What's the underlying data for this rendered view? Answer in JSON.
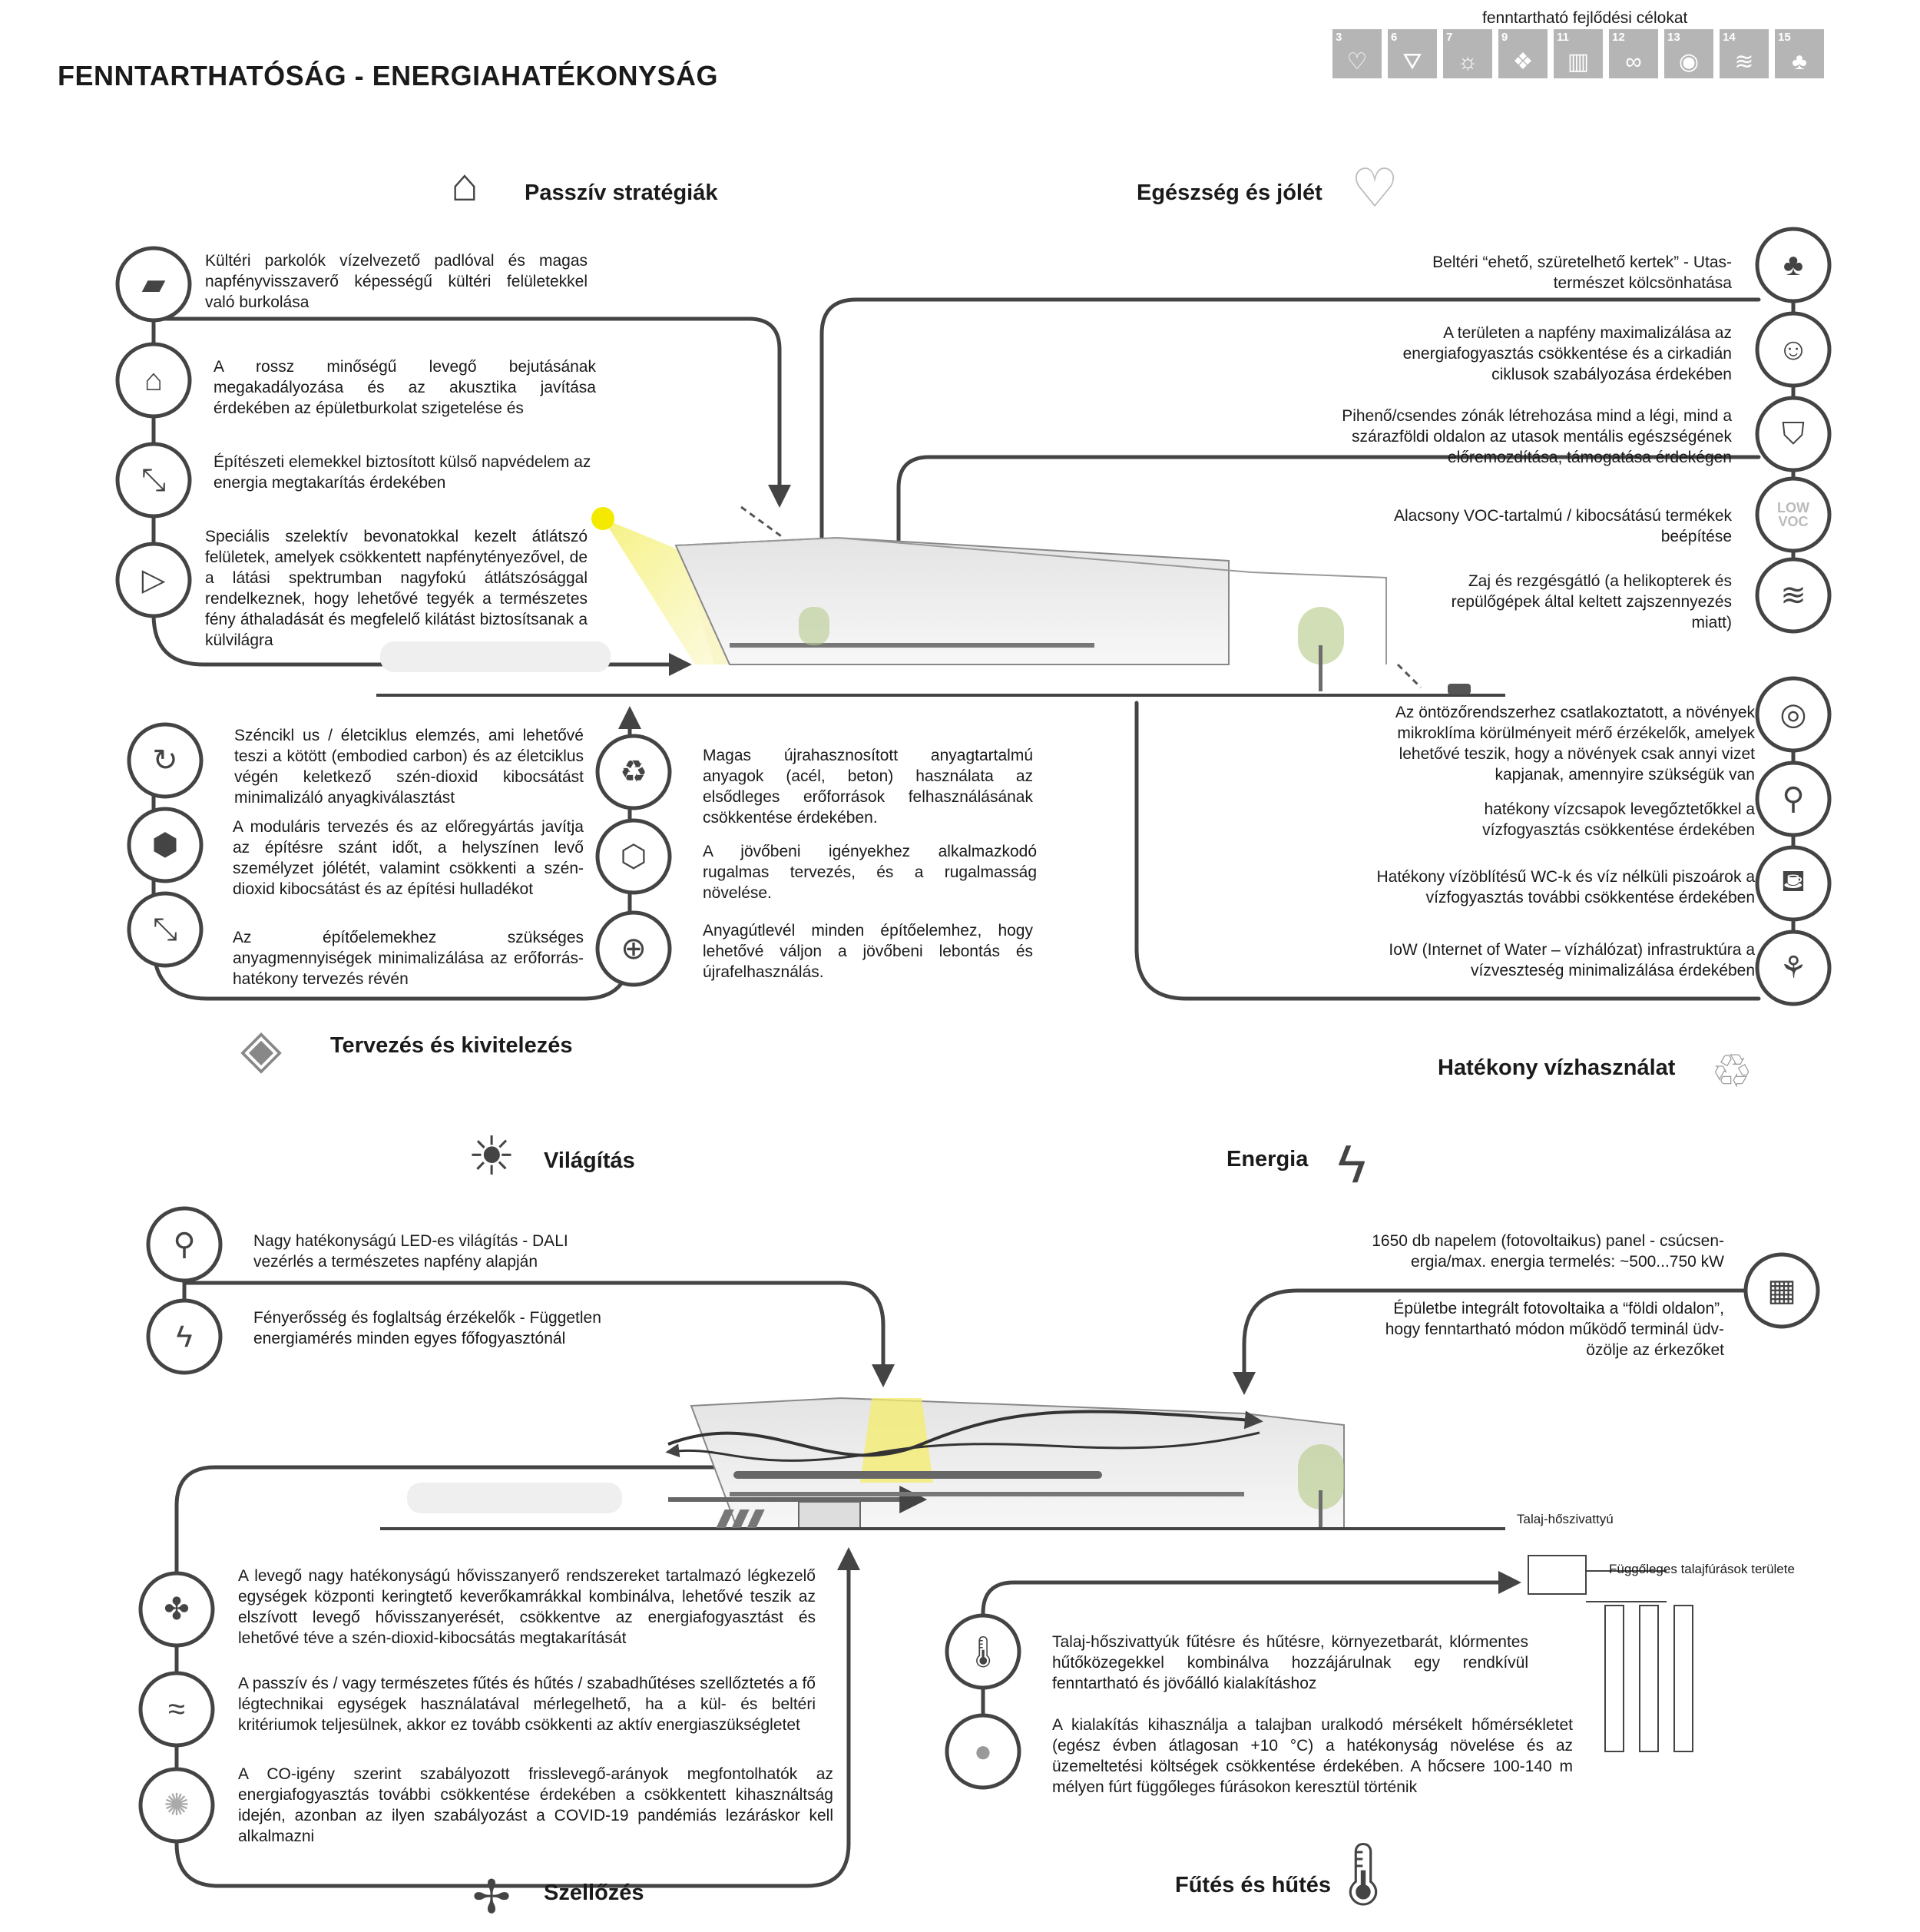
{
  "title": "FENNTARTHATÓSÁG - ENERGIAHATÉKONYSÁG",
  "sdg": {
    "label": "fenntartható fejlődési célokat",
    "goals": [
      {
        "n": "3",
        "glyph": "♡"
      },
      {
        "n": "6",
        "glyph": "⛛"
      },
      {
        "n": "7",
        "glyph": "☼"
      },
      {
        "n": "9",
        "glyph": "❖"
      },
      {
        "n": "11",
        "glyph": "▥"
      },
      {
        "n": "12",
        "glyph": "∞"
      },
      {
        "n": "13",
        "glyph": "◉"
      },
      {
        "n": "14",
        "glyph": "≋"
      },
      {
        "n": "15",
        "glyph": "♣"
      }
    ]
  },
  "sections": {
    "passive": "Passzív stratégiák",
    "health": "Egészség és jólét",
    "design": "Tervezés és kivitelezés",
    "water": "Hatékony vízhasználat",
    "lighting": "Világítás",
    "energy": "Energia",
    "ventilation": "Szellőzés",
    "heating": "Fűtés és hűtés"
  },
  "passive": [
    "Kültéri parkolók vízelvezető padlóval és magas napfényvisszaverő képességű kültéri felületekkel való burkolása",
    "A rossz minőségű levegő bejutásának megakadályozása és az akusztika javítása érdekében az épületburkolat szigetelése és",
    "Építészeti elemekkel biztosított külső napvédelem az energia megtakarítás érdekében",
    "Speciális szelektív bevonatokkal kezelt átlátszó felületek, amelyek csökkentett napfénytényezővel, de a látási spektrumban nagyfokú átlátszósággal rendelkeznek, hogy lehetővé tegyék a természetes fény áthaladását és megfelelő kilátást biztosítsanak a külvilágra"
  ],
  "health": [
    "Beltéri “ehető, szüretelhető kertek” - Utas-természet kölcsönhatása",
    "A területen a napfény maximalizálása az energiafogyasztás csökkentése és a cirkadián ciklusok szabályozása érdekében",
    "Pihenő/csendes zónák létrehozása mind a légi, mind a szárazföldi oldalon az utasok mentális egészségének előremozdítása, támogatása érdekégen",
    "Alacsony VOC-tartalmú / kibocsátású termékek beépítése",
    "Zaj és rezgésgátló (a helikopterek és repülőgépek által keltett zajszennyezés miatt)"
  ],
  "low_voc": {
    "line1": "LOW",
    "line2": "VOC"
  },
  "design_left": [
    "Széncikl us / életciklus elemzés, ami lehetővé teszi a kötött (embodied carbon) és az életciklus végén keletkező szén-dioxid kibocsátást minimalizáló anyagkiválasztást",
    "A moduláris tervezés és az előregyártás javítja az építésre szánt időt, a helyszínen levő személyzet jólétét, valamint csökkenti a szén-dioxid kibocsátást és az építési hulladékot",
    "Az építőelemekhez szükséges anyagmennyiségek minimalizálása az erőforrás-hatékony tervezés révén"
  ],
  "design_right": [
    "Magas újrahasznosított anyagtartalmú anyagok (acél, beton) használata az elsődleges erőforrások felhasználásának csökkentése érdekében.",
    "A jövőbeni igényekhez alkalmazkodó rugalmas tervezés, és a rugalmasság növelése.",
    "Anyagútlevél minden építőelemhez, hogy lehetővé váljon a jövőbeni lebontás és újrafelhasználás."
  ],
  "water": [
    "Az öntözőrendszerhez csatlakoztatott, a növények mikroklíma körülményeit mérő érzékelők, amelyek lehetővé teszik, hogy a növények csak annyi vizet kapjanak, amennyire szükségük van",
    "hatékony vízcsapok levegőztetőkkel a vízfogyasztás csökkentése érdekében",
    "Hatékony vízöblítésű WC-k és víz nélküli piszoárok a vízfogyasztás további csökkentése érdekében",
    "IoW (Internet of Water – vízhálózat) infrastruktúra a vízveszteség minimalizálása érdekében"
  ],
  "lighting": [
    "Nagy hatékonyságú LED-es világítás - DALI vezérlés a természetes napfény alapján",
    "Fényerősség és foglaltság érzékelők - Független energiamérés minden egyes főfogyasztónál"
  ],
  "energy": [
    "1650 db napelem (fotovoltaikus) panel - csúcsen- ergia/max. energia termelés: ~500...750 kW",
    "Épületbe integrált fotovoltaika a “földi oldalon”, hogy fenntartható módon működő terminál üdv- özölje az érkezőket"
  ],
  "ground_labels": {
    "heat_pump": "Talaj-hőszivattyú",
    "boreholes": "Függőleges talajfúrások területe"
  },
  "ventilation": [
    "A levegő nagy hatékonyságú hővisszanyerő rendszereket tartalmazó légkezelő egységek központi keringtető keverőkamrákkal kombinálva, lehetővé teszik az elszívott levegő hővisszanyerését, csökkentve az energiafogyasztást és lehetővé téve a szén-dioxid-kibocsátás megtakarítását",
    "A passzív és / vagy természetes fűtés és hűtés / szabadhűtéses szellőztetés a fő légtechnikai egységek használatával mérlegelhető, ha a kül- és beltéri kritériumok teljesülnek, akkor ez tovább csökkenti az aktív energiaszükségletet",
    "A CO-igény szerint szabályozott frisslevegő-arányok megfontolhatók az energiafogyasztás további csökkentése érdekében a csökkentett kihasználtság idején, azonban az ilyen szabályozást a COVID-19 pandémiás lezáráskor kell alkalmazni"
  ],
  "heating": [
    "Talaj-hőszivattyúk fűtésre és hűtésre, környezetbarát, klórmentes hűtőközegekkel kombinálva hozzájárulnak egy rendkívül fenntartható és jövőálló kialakításhoz",
    "A kialakítás kihasználja a talajban uralkodó mérsékelt hőmérsékletet (egész évben átlagosan +10 °C) a hatékonyság növelése és az üzemeltetési költségek csökkentése érdekében. A hőcsere 100-140 m mélyen fúrt függőleges fúrásokon keresztül történik"
  ]
}
